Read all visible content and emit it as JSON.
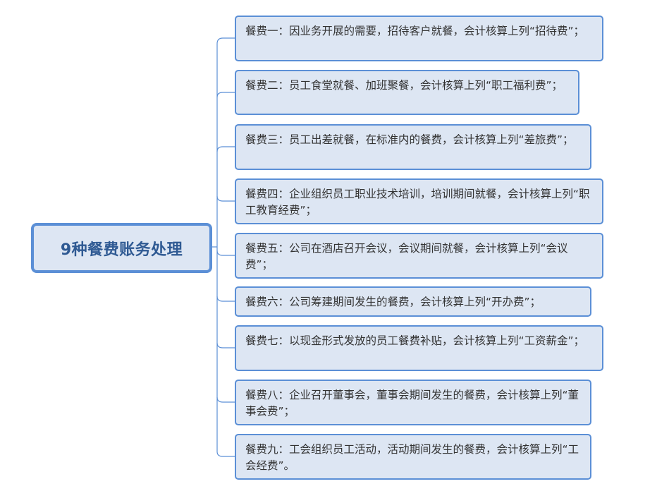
{
  "diagram": {
    "type": "mind-map",
    "root": {
      "title": "9种餐费账务处理"
    },
    "branches": [
      {
        "label": "餐费一：因业务开展的需要，招待客户就餐，会计核算上列“招待费”；"
      },
      {
        "label": "餐费二：员工食堂就餐、加班聚餐，会计核算上列“职工福利费”；"
      },
      {
        "label": "餐费三：员工出差就餐，在标准内的餐费，会计核算上列“差旅费”；"
      },
      {
        "label": "餐费四：企业组织员工职业技术培训，培训期间就餐，会计核算上列“职工教育经费”；"
      },
      {
        "label": "餐费五：公司在酒店召开会议，会议期间就餐，会计核算上列“会议费”；"
      },
      {
        "label": "餐费六：公司筹建期间发生的餐费，会计核算上列“开办费”；"
      },
      {
        "label": "餐费七：以现金形式发放的员工餐费补贴，会计核算上列“工资薪金”；"
      },
      {
        "label": "餐费八：企业召开董事会，董事会期间发生的餐费，会计核算上列“董事会费”；"
      },
      {
        "label": "餐费九：工会组织员工活动，活动期间发生的餐费，会计核算上列“工会经费”。"
      }
    ],
    "colors": {
      "node_fill": "#dde6f3",
      "node_border": "#5b8fd6",
      "root_text": "#2f5a93",
      "branch_text": "#333333",
      "connector": "#5b8fd6"
    }
  }
}
